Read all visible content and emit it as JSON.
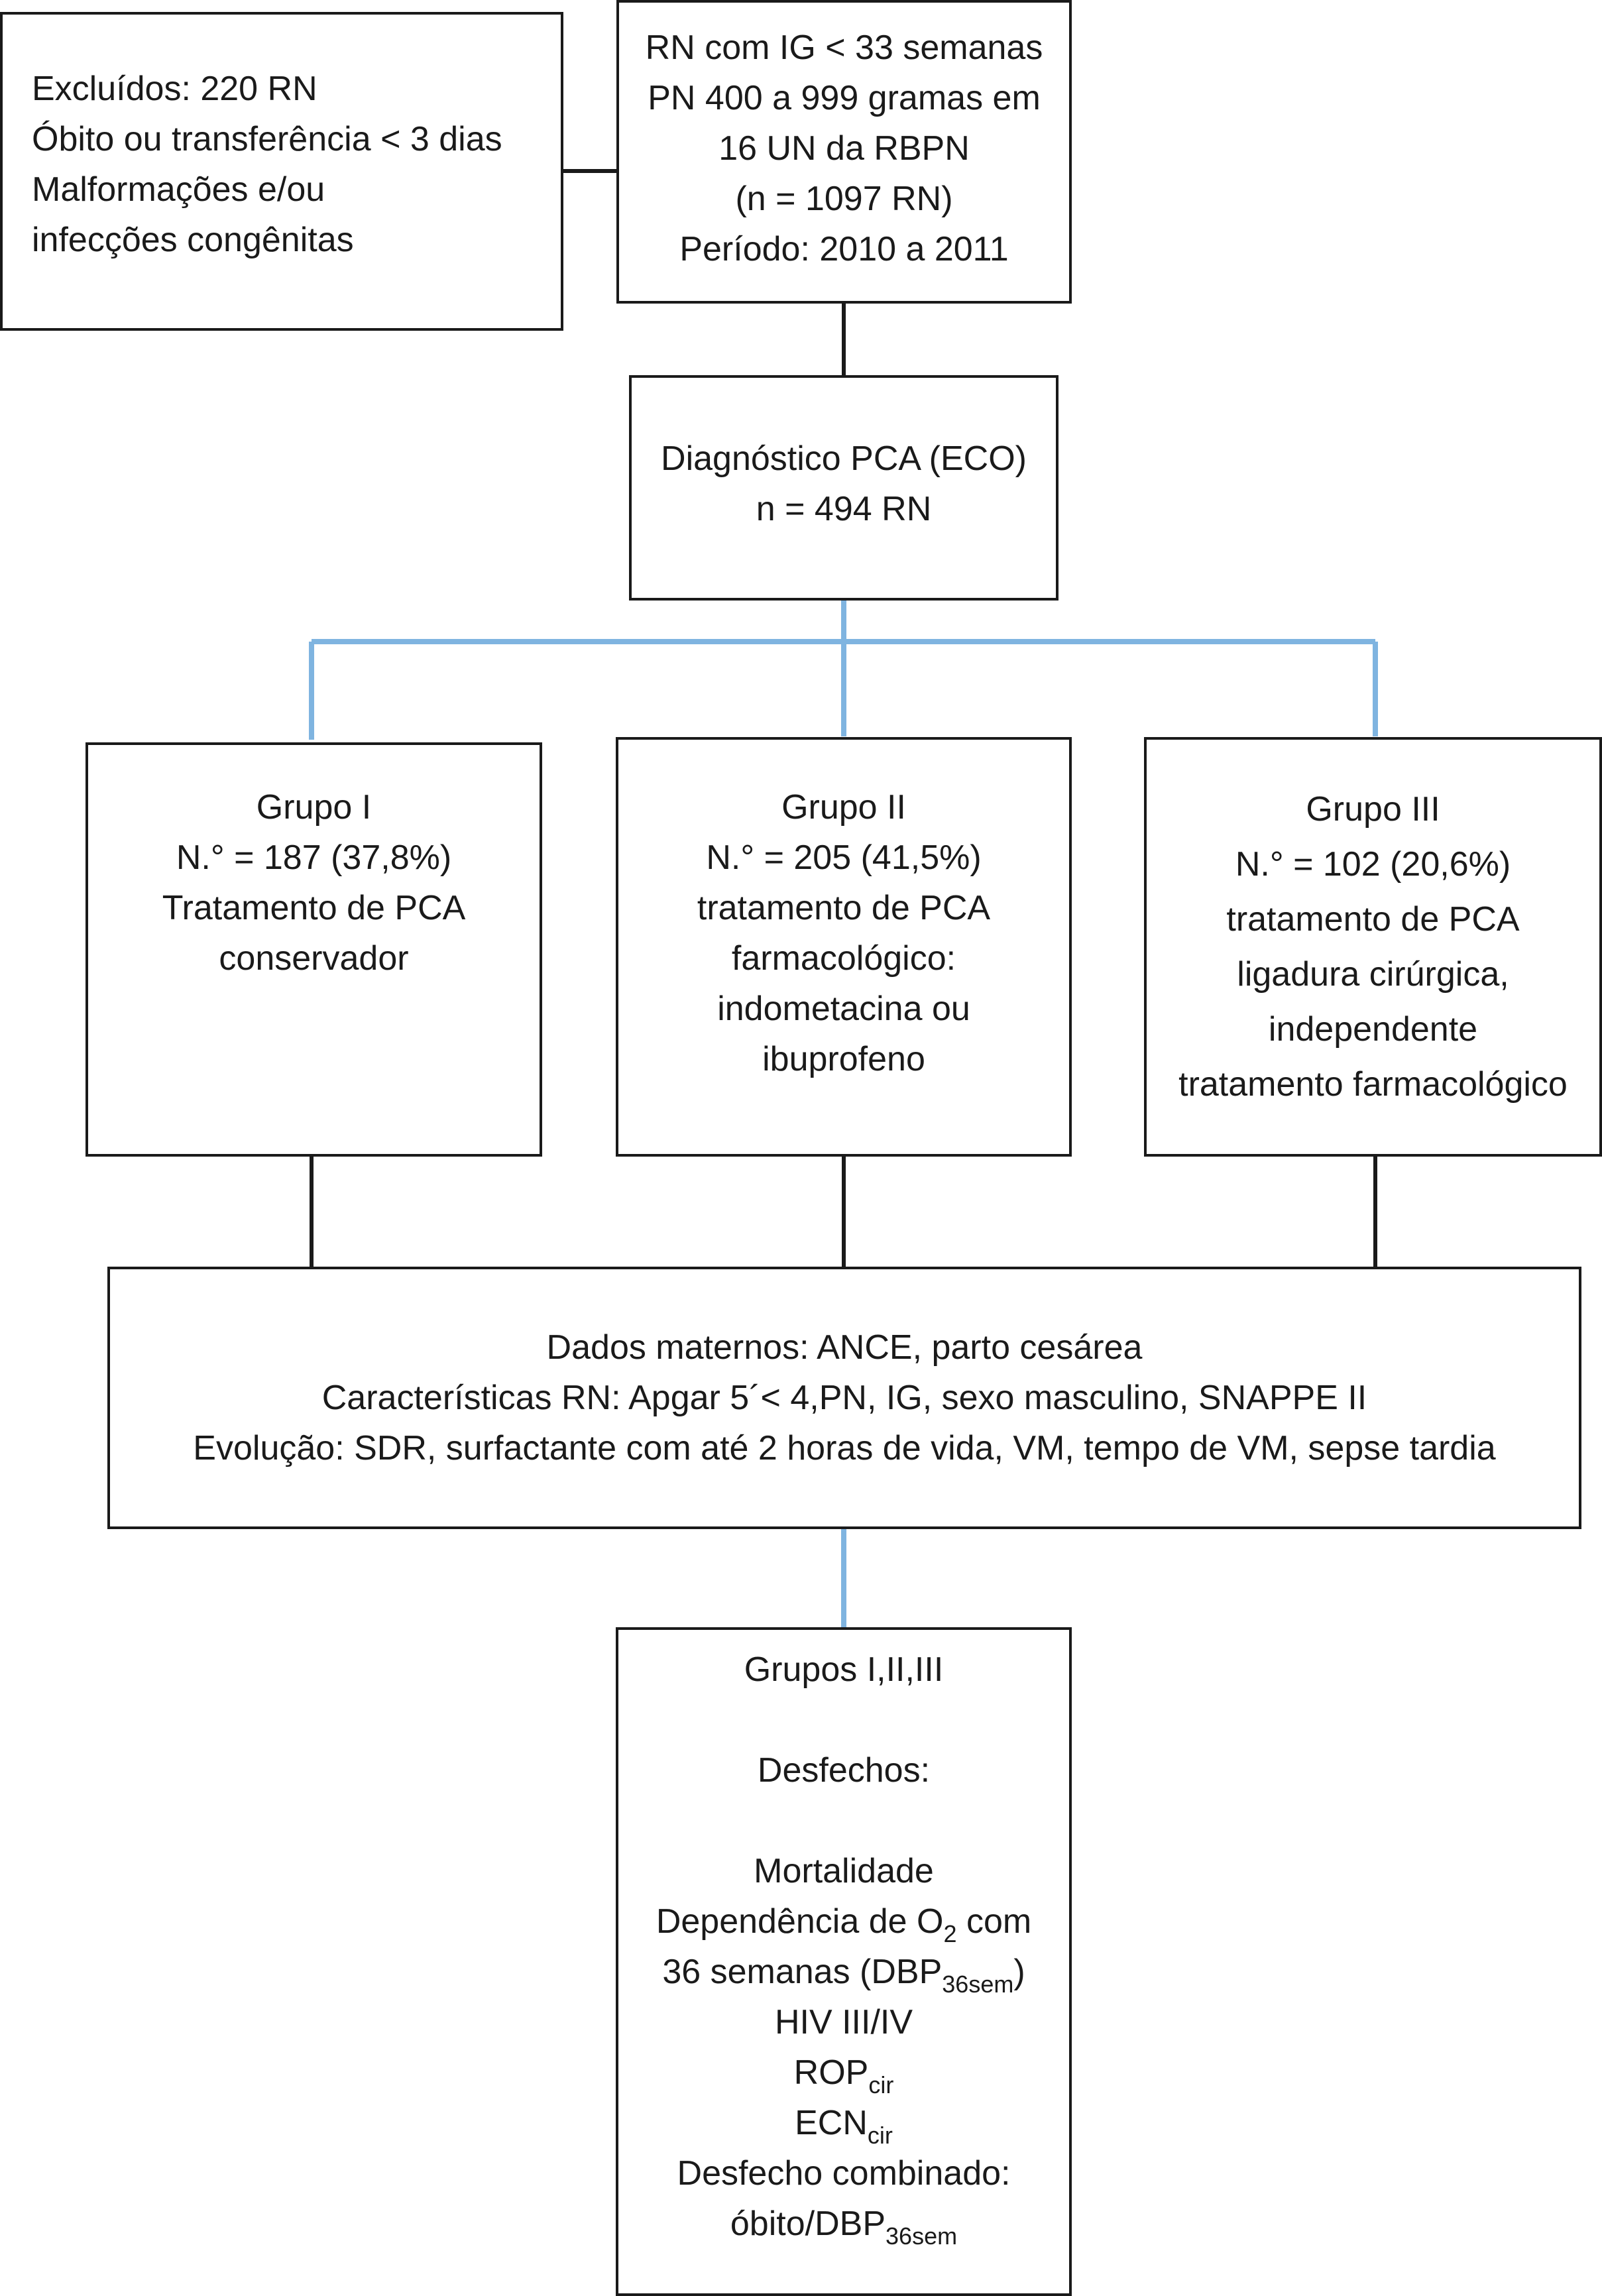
{
  "diagram": {
    "colors": {
      "box_border": "#1a1a1a",
      "branch_line": "#7fb4e0",
      "text": "#1a1a1a"
    },
    "excluded_box": {
      "lines": [
        "Excluídos: 220 RN",
        "Óbito ou transferência < 3 dias",
        "Malformações e/ou",
        "infecções congênitas"
      ]
    },
    "population_box": {
      "lines": [
        "RN com IG <  33 semanas",
        "PN 400 a 999 gramas em",
        "16 UN da RBPN",
        "(n = 1097 RN)",
        "Período: 2010 a 2011"
      ]
    },
    "diagnosis_box": {
      "lines": [
        "Diagnóstico PCA (ECO)",
        "n = 494 RN"
      ]
    },
    "groups": [
      {
        "lines": [
          "Grupo I",
          "N.° = 187 (37,8%)",
          "Tratamento de PCA",
          "conservador"
        ]
      },
      {
        "lines": [
          "Grupo II",
          "N.° = 205 (41,5%)",
          "tratamento de PCA",
          "farmacológico:",
          "indometacina ou",
          "ibuprofeno"
        ]
      },
      {
        "lines": [
          "Grupo III",
          "N.° = 102 (20,6%)",
          "tratamento de PCA",
          "ligadura cirúrgica,",
          "independente",
          "tratamento farmacológico"
        ]
      }
    ],
    "data_box": {
      "lines": [
        "Dados maternos: ANCE, parto cesárea",
        "Características RN: Apgar 5´< 4,PN, IG, sexo masculino, SNAPPE II",
        "Evolução: SDR, surfactante com até 2 horas de vida, VM, tempo de VM, sepse tardia"
      ]
    },
    "outcomes_box": {
      "title": "Grupos I,II,III",
      "subtitle": "Desfechos:",
      "mortality": "Mortalidade",
      "o2_prefix": "Dependência de O",
      "o2_sub": "2",
      "o2_suffix": " com",
      "dbp_prefix": "36 semanas (DBP",
      "dbp_sub": "36sem",
      "dbp_suffix": ")",
      "hiv": "HIV III/IV",
      "rop_main": "ROP",
      "rop_sub": "cir",
      "ecn_main": "ECN",
      "ecn_sub": "cir",
      "combined": "Desfecho combinado:",
      "combined2_main": "óbito/DBP",
      "combined2_sub": "36sem"
    }
  }
}
